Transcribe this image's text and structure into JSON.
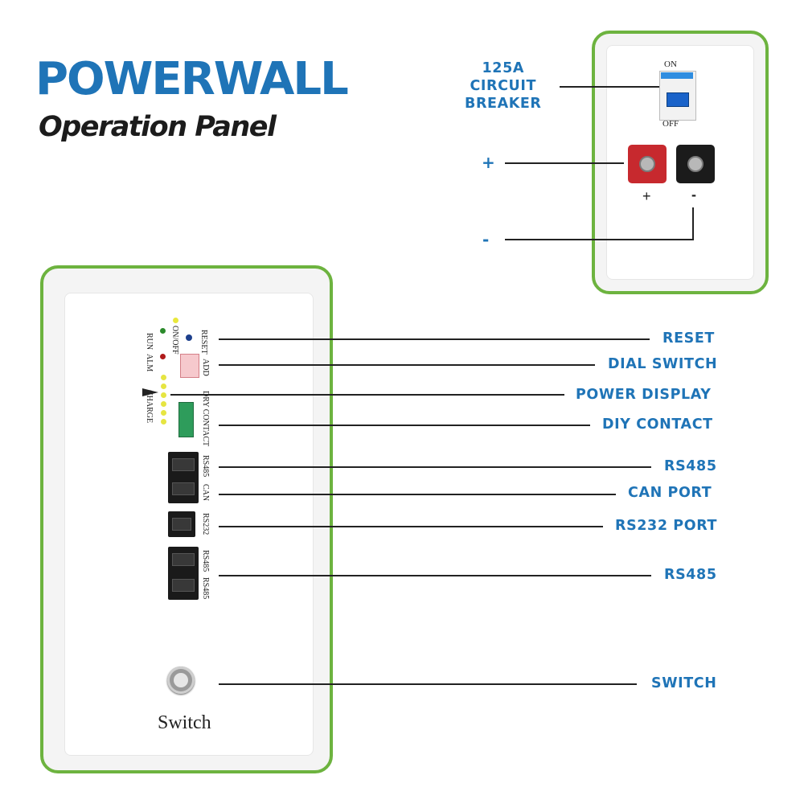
{
  "header": {
    "title": "POWERWALL",
    "subtitle": "Operation Panel"
  },
  "top_panel": {
    "breaker_on": "ON",
    "breaker_off": "OFF",
    "plus": "+",
    "minus": "-"
  },
  "top_labels": {
    "breaker": [
      "125A",
      "CIRCUIT",
      "BREAKER"
    ],
    "plus": "+",
    "minus": "-"
  },
  "panel_text": {
    "reset": "RESET",
    "on_off": "ON/OFF",
    "run": "RUN",
    "alm": "ALM",
    "add": "ADD",
    "charge": "CHARGE",
    "dry_contact": "DRY CONTACT",
    "rs485_a": "RS485",
    "can": "CAN",
    "rs232": "RS232",
    "rs485_b": "RS485",
    "rs485_c": "RS485",
    "switch": "Switch"
  },
  "callouts": [
    "RESET",
    "DIAL SWITCH",
    "POWER DISPLAY",
    "DIY CONTACT",
    "RS485",
    "CAN PORT",
    "RS232 PORT",
    "RS485",
    "SWITCH"
  ],
  "colors": {
    "brand_blue": "#1f74b7",
    "panel_border_green": "#6db33f",
    "positive_terminal": "#c7292e",
    "negative_terminal": "#1b1b1b"
  }
}
